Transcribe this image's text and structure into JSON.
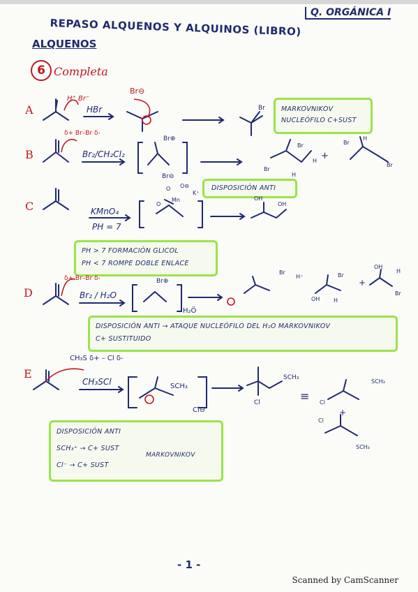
{
  "header": {
    "title": "REPASO ALQUENOS Y ALQUINOS (LIBRO)",
    "subject": "Q. ORGÁNICA I"
  },
  "section": {
    "heading": "ALQUENOS",
    "exercise_number": "6",
    "exercise_label": "Completa"
  },
  "reactions": [
    {
      "label": "A",
      "reagent": "HBr",
      "reagent_partials": "H⁺ Br⁻",
      "intermediate_ion": "Br⊖",
      "product_substituent": "Br",
      "note": [
        "MARKOVNIKOV",
        "NUCLEÓFILO C+SUST"
      ]
    },
    {
      "label": "B",
      "reagent": "Br₂/CH₂Cl₂",
      "reagent_partials": "δ+ Br–Br δ-",
      "intermediate": "Br⊕",
      "counter_ion": "Br⊖",
      "products": [
        "Br",
        "H",
        "Br",
        "H",
        "Br",
        "H",
        "Br"
      ],
      "note": [
        "DISPOSICIÓN ANTI"
      ]
    },
    {
      "label": "C",
      "reagent": "KMnO₄",
      "reagent_condition": "PH = 7",
      "intermediate_labels": [
        "O",
        "Mn",
        "O",
        "O⊖",
        "K⁺"
      ],
      "products": [
        "OH",
        "OH"
      ],
      "note": [
        "PH > 7 FORMACIÓN GLICOL",
        "PH < 7 ROMPE DOBLE ENLACE"
      ]
    },
    {
      "label": "D",
      "reagent": "Br₂ / H₂O",
      "reagent_partials": "δ+ Br–Br δ-",
      "intermediate": "Br⊕",
      "nucleophile": "H₂Ö",
      "products": [
        "Br",
        "H⁺",
        "Br",
        "OH",
        "H",
        "OH",
        "H",
        "Br"
      ],
      "note": [
        "DISPOSICIÓN ANTI → ATAQUE NUCLEÓFILO DEL H₂O MARKOVNIKOV",
        "C+ SUSTITUIDO"
      ]
    },
    {
      "label": "E",
      "reagent": "CH₃SCl",
      "reagent_partials": "CH₃S δ+ – Cl δ-",
      "intermediate": "SCH₃",
      "counter_ion": "Cl⊖",
      "product_substituents": [
        "SCH₃",
        "Cl"
      ],
      "equals": "≡",
      "products": [
        "SCH₃",
        "Cl",
        "Cl",
        "SCH₃"
      ],
      "note": [
        "DISPOSICIÓN ANTI",
        "SCH₃⁺ → C+ SUST",
        "Cl⁻ → C+ SUST"
      ],
      "note_side": "MARKOVNIKOV"
    }
  ],
  "footer": {
    "page_number": "- 1 -",
    "scanner": "Scanned by CamScanner"
  },
  "colors": {
    "ink": "#1f2a6e",
    "red": "#c0181e",
    "highlight": "#9be34a"
  }
}
